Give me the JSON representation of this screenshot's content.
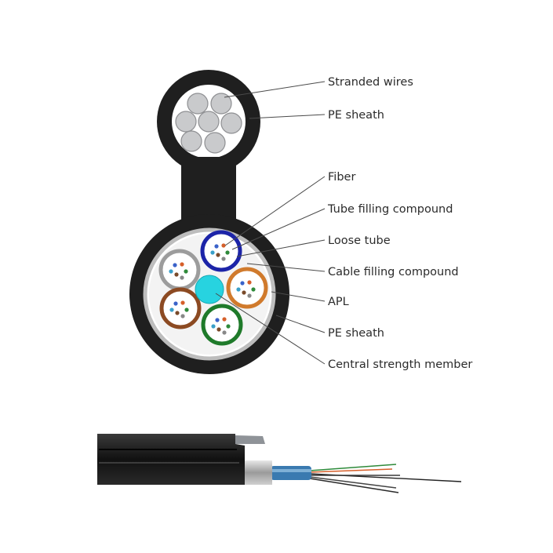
{
  "labels": {
    "stranded_wires": "Stranded wires",
    "pe_sheath_top": "PE sheath",
    "fiber": "Fiber",
    "tube_filling_compound": "Tube filling compound",
    "loose_tube": "Loose tube",
    "cable_filling_compound": "Cable filling compound",
    "apl": "APL",
    "pe_sheath_bottom": "PE sheath",
    "central_strength_member": "Central strength member"
  },
  "colors": {
    "sheath": "#1f1f1f",
    "wire": "#c9cacc",
    "tube_blue": "#1c24a8",
    "tube_orange": "#d07a2c",
    "tube_gray": "#9c9c9c",
    "tube_brown": "#8c4a22",
    "tube_green": "#1f7a2a",
    "central_member": "#27d3e0",
    "apl": "#bdbdbd"
  }
}
